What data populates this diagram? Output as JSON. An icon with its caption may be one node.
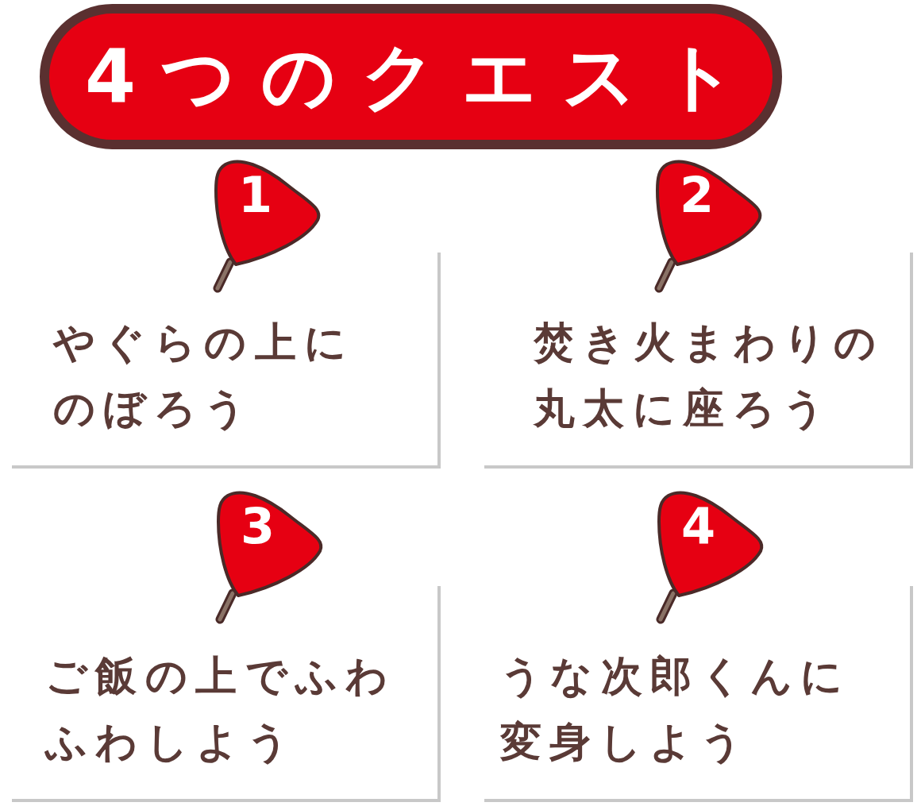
{
  "diagram": {
    "title": "4つのクエスト",
    "nodes": [
      {
        "text": [
          "1"
        ]
      },
      {
        "text": [
          "やぐらの上にのぼろう"
        ]
      },
      {
        "text": [
          "2"
        ]
      },
      {
        "text": [
          "焚き火まわりの丸太に座ろう"
        ]
      },
      {
        "text": [
          "3"
        ]
      },
      {
        "text": [
          "ご飯の上でふわふわしよう"
        ]
      },
      {
        "text": [
          "4"
        ]
      },
      {
        "text": [
          "うな次郎くんに変身しよう"
        ]
      }
    ]
  }
}
